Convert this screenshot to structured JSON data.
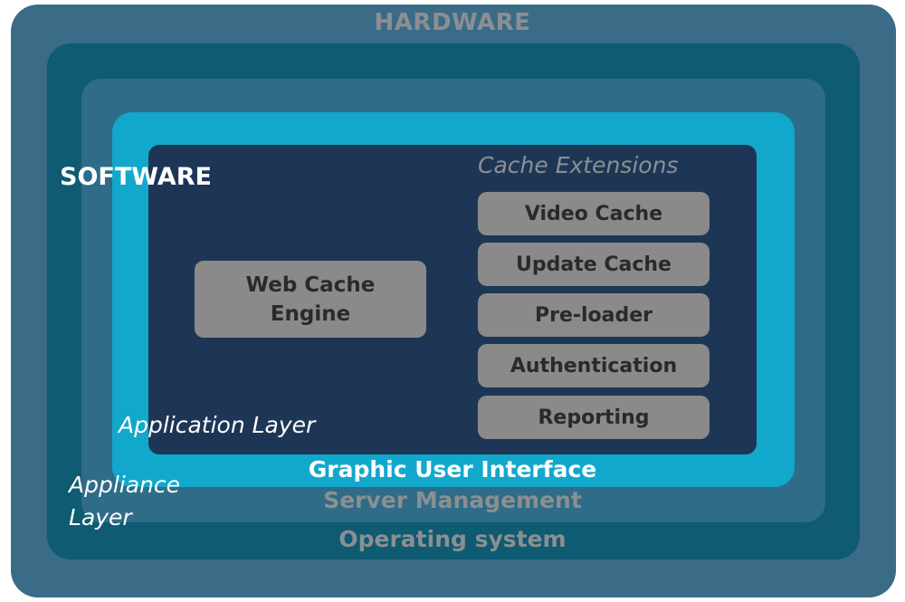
{
  "layers": {
    "hardware": "HARDWARE",
    "operating_system": "Operating system",
    "server_management": "Server Management",
    "gui": "Graphic User Interface",
    "software": "SOFTWARE",
    "application_layer": "Application Layer",
    "appliance_layer": "Appliance Layer"
  },
  "engine": {
    "label": "Web Cache Engine"
  },
  "cache_extensions": {
    "title": "Cache Extensions",
    "items": [
      "Video Cache",
      "Update Cache",
      "Pre-loader",
      "Authentication",
      "Reporting"
    ]
  },
  "colors": {
    "hardware": "#3a6b87",
    "operating_system": "#0e5b72",
    "server_management": "#2f6c87",
    "gui": "#12a8cc",
    "application": "#1e3656",
    "component_box": "#8a8a8a",
    "muted_text": "#8c8f92"
  }
}
